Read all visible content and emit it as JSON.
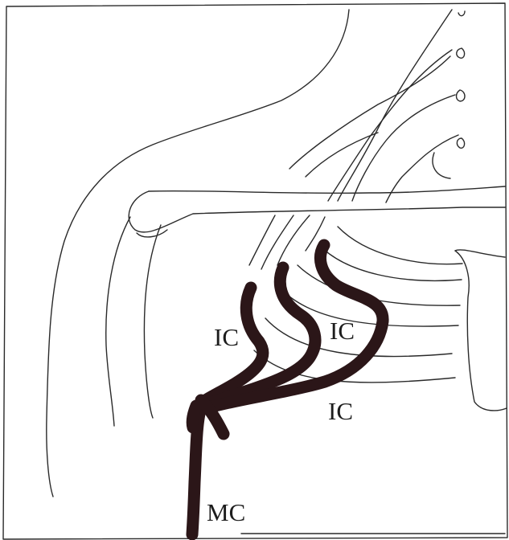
{
  "labels": {
    "ic_left": "IC",
    "ic_middle": "IC",
    "ic_lower": "IC",
    "mc": "MC"
  },
  "colors": {
    "nerve": "#2b1618",
    "outline": "#2a2a2a",
    "background": "#ffffff"
  }
}
